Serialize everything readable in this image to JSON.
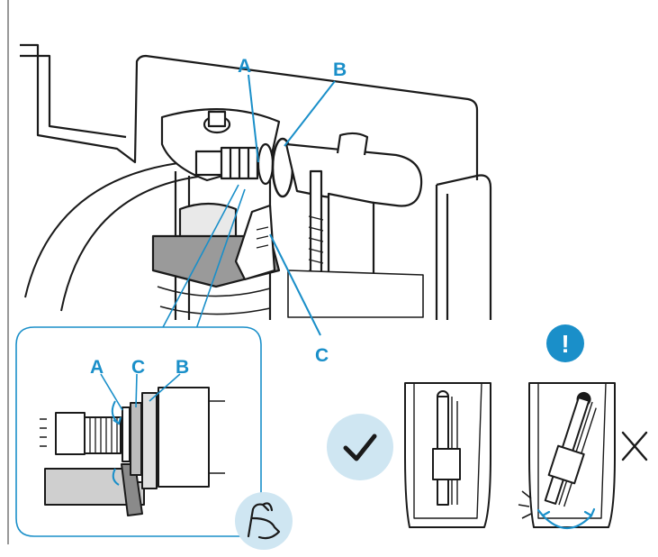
{
  "labels": {
    "main_a": "A",
    "main_b": "B",
    "main_c": "C",
    "detail_a": "A",
    "detail_c": "C",
    "detail_b": "B"
  },
  "warning": {
    "symbol": "!"
  },
  "icons": {
    "correct": "checkmark-icon",
    "incorrect": "cross-icon",
    "strength": "flexed-arm-icon",
    "warning": "exclamation-icon",
    "rotate": "rotate-arrows-icon"
  },
  "colors": {
    "accent": "#1a8fc9",
    "accent_light": "#cfe6f2",
    "line": "#1a1a1a",
    "grey": "#c9c9c9",
    "dark_grey": "#8a8a8a",
    "background": "#ffffff"
  }
}
